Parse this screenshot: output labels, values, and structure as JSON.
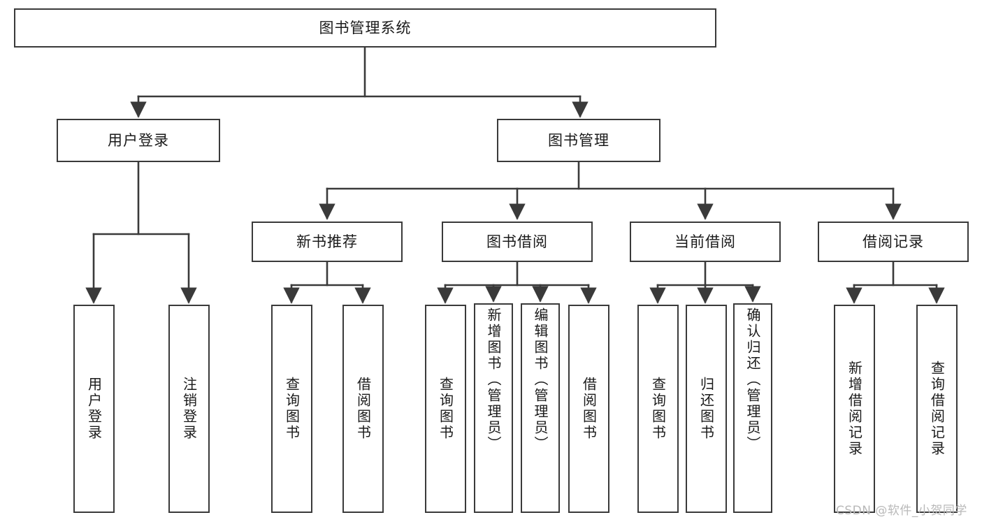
{
  "diagram": {
    "title": "图书管理系统",
    "root": {
      "label": "图书管理系统"
    },
    "level2": [
      {
        "label": "用户登录"
      },
      {
        "label": "图书管理"
      }
    ],
    "level3": [
      {
        "label": "新书推荐"
      },
      {
        "label": "图书借阅"
      },
      {
        "label": "当前借阅"
      },
      {
        "label": "借阅记录"
      }
    ],
    "leaves": {
      "user_login": [
        {
          "label": "用户登录"
        },
        {
          "label": "注销登录"
        }
      ],
      "new_book_recommend": [
        {
          "label": "查询图书"
        },
        {
          "label": "借阅图书"
        }
      ],
      "book_borrow": [
        {
          "label": "查询图书"
        },
        {
          "label": "新增图书（管理员）"
        },
        {
          "label": "编辑图书（管理员）"
        },
        {
          "label": "借阅图书"
        }
      ],
      "current_borrow": [
        {
          "label": "查询图书"
        },
        {
          "label": "归还图书"
        },
        {
          "label": "确认归还（管理员）"
        }
      ],
      "borrow_record": [
        {
          "label": "新增借阅记录"
        },
        {
          "label": "查询借阅记录"
        }
      ]
    }
  },
  "watermark": {
    "text": "CSDN @软件_小贺同学"
  },
  "colors": {
    "border": "#3a3a3a",
    "line": "#3a3a3a",
    "background": "#ffffff",
    "text": "#1a1a1a",
    "watermark": "#b9b9b9"
  }
}
